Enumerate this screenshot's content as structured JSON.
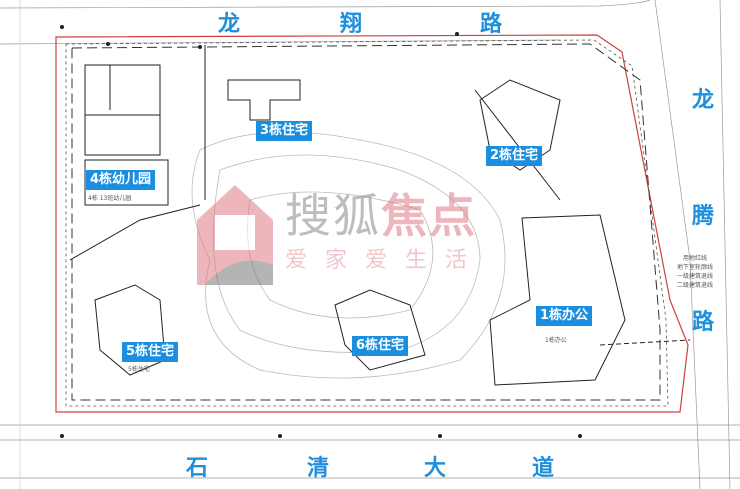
{
  "roads": {
    "north": [
      "龙",
      "翔",
      "路"
    ],
    "east": [
      "龙",
      "腾",
      "路"
    ],
    "south": [
      "石",
      "清",
      "大",
      "道"
    ]
  },
  "buildings": [
    {
      "id": "b3",
      "label": "3栋住宅"
    },
    {
      "id": "b2",
      "label": "2栋住宅"
    },
    {
      "id": "b4",
      "label": "4栋幼儿园"
    },
    {
      "id": "b1",
      "label": "1栋办公"
    },
    {
      "id": "b5",
      "label": "5栋住宅"
    },
    {
      "id": "b6",
      "label": "6栋住宅"
    }
  ],
  "legend_lines": [
    "用地红线",
    "地下室轮廓线",
    "一级建筑退线",
    "二级建筑退线"
  ],
  "small_labels": {
    "kindergarten_sub": "4栋 13班幼儿园",
    "office_sub": "1栋办公",
    "res5_sub": "5栋住宅"
  },
  "watermark": {
    "brand": "搜狐",
    "brand_accent": "焦点",
    "slogan": "爱家爱生活"
  },
  "colors": {
    "label_bg": "#1b8ee0",
    "road_text": "#1f8fdc",
    "boundary": "#d04040"
  }
}
